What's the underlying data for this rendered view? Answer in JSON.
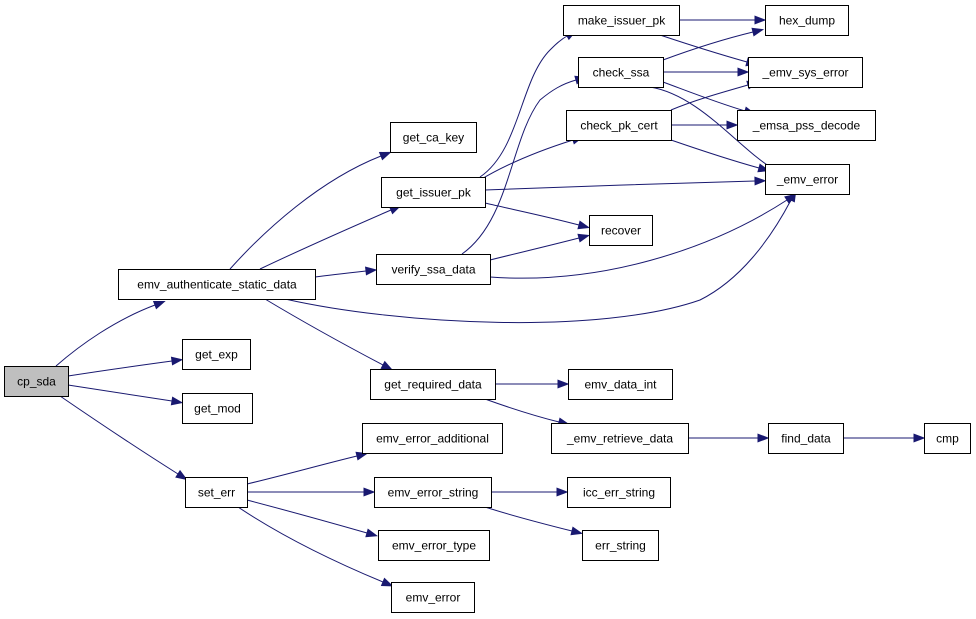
{
  "nodes": [
    {
      "id": "cp_sda",
      "label": "cp_sda"
    },
    {
      "id": "emv_authenticate_static_data",
      "label": "emv_authenticate_static_data"
    },
    {
      "id": "get_exp",
      "label": "get_exp"
    },
    {
      "id": "get_mod",
      "label": "get_mod"
    },
    {
      "id": "set_err",
      "label": "set_err"
    },
    {
      "id": "get_ca_key",
      "label": "get_ca_key"
    },
    {
      "id": "get_issuer_pk",
      "label": "get_issuer_pk"
    },
    {
      "id": "verify_ssa_data",
      "label": "verify_ssa_data"
    },
    {
      "id": "get_required_data",
      "label": "get_required_data"
    },
    {
      "id": "make_issuer_pk",
      "label": "make_issuer_pk"
    },
    {
      "id": "check_ssa",
      "label": "check_ssa"
    },
    {
      "id": "check_pk_cert",
      "label": "check_pk_cert"
    },
    {
      "id": "recover",
      "label": "recover"
    },
    {
      "id": "hex_dump",
      "label": "hex_dump"
    },
    {
      "id": "_emv_sys_error",
      "label": "_emv_sys_error"
    },
    {
      "id": "_emsa_pss_decode",
      "label": "_emsa_pss_decode"
    },
    {
      "id": "_emv_error",
      "label": "_emv_error"
    },
    {
      "id": "emv_data_int",
      "label": "emv_data_int"
    },
    {
      "id": "_emv_retrieve_data",
      "label": "_emv_retrieve_data"
    },
    {
      "id": "find_data",
      "label": "find_data"
    },
    {
      "id": "cmp",
      "label": "cmp"
    },
    {
      "id": "emv_error_additional",
      "label": "emv_error_additional"
    },
    {
      "id": "emv_error_string",
      "label": "emv_error_string"
    },
    {
      "id": "emv_error_type",
      "label": "emv_error_type"
    },
    {
      "id": "emv_error",
      "label": "emv_error"
    },
    {
      "id": "icc_err_string",
      "label": "icc_err_string"
    },
    {
      "id": "err_string",
      "label": "err_string"
    }
  ],
  "edges": [
    {
      "from": "cp_sda",
      "to": "emv_authenticate_static_data"
    },
    {
      "from": "cp_sda",
      "to": "get_exp"
    },
    {
      "from": "cp_sda",
      "to": "get_mod"
    },
    {
      "from": "cp_sda",
      "to": "set_err"
    },
    {
      "from": "emv_authenticate_static_data",
      "to": "get_ca_key"
    },
    {
      "from": "emv_authenticate_static_data",
      "to": "get_issuer_pk"
    },
    {
      "from": "emv_authenticate_static_data",
      "to": "verify_ssa_data"
    },
    {
      "from": "emv_authenticate_static_data",
      "to": "_emv_error"
    },
    {
      "from": "emv_authenticate_static_data",
      "to": "get_required_data"
    },
    {
      "from": "get_issuer_pk",
      "to": "make_issuer_pk"
    },
    {
      "from": "get_issuer_pk",
      "to": "check_pk_cert"
    },
    {
      "from": "get_issuer_pk",
      "to": "_emv_error"
    },
    {
      "from": "get_issuer_pk",
      "to": "recover"
    },
    {
      "from": "verify_ssa_data",
      "to": "check_ssa"
    },
    {
      "from": "verify_ssa_data",
      "to": "recover"
    },
    {
      "from": "verify_ssa_data",
      "to": "_emv_error"
    },
    {
      "from": "make_issuer_pk",
      "to": "hex_dump"
    },
    {
      "from": "make_issuer_pk",
      "to": "_emv_sys_error"
    },
    {
      "from": "check_ssa",
      "to": "hex_dump"
    },
    {
      "from": "check_ssa",
      "to": "_emv_sys_error"
    },
    {
      "from": "check_ssa",
      "to": "_emsa_pss_decode"
    },
    {
      "from": "check_ssa",
      "to": "_emv_error"
    },
    {
      "from": "check_pk_cert",
      "to": "_emv_sys_error"
    },
    {
      "from": "check_pk_cert",
      "to": "_emsa_pss_decode"
    },
    {
      "from": "check_pk_cert",
      "to": "_emv_error"
    },
    {
      "from": "get_required_data",
      "to": "emv_data_int"
    },
    {
      "from": "get_required_data",
      "to": "_emv_retrieve_data"
    },
    {
      "from": "_emv_retrieve_data",
      "to": "find_data"
    },
    {
      "from": "find_data",
      "to": "cmp"
    },
    {
      "from": "set_err",
      "to": "emv_error_additional"
    },
    {
      "from": "set_err",
      "to": "emv_error_string"
    },
    {
      "from": "set_err",
      "to": "emv_error_type"
    },
    {
      "from": "set_err",
      "to": "emv_error"
    },
    {
      "from": "emv_error_string",
      "to": "icc_err_string"
    },
    {
      "from": "emv_error_string",
      "to": "err_string"
    }
  ],
  "colors": {
    "edge": "#191970",
    "root_fill": "#bfbfbf",
    "node_fill": "#ffffff",
    "node_border": "#000000"
  }
}
